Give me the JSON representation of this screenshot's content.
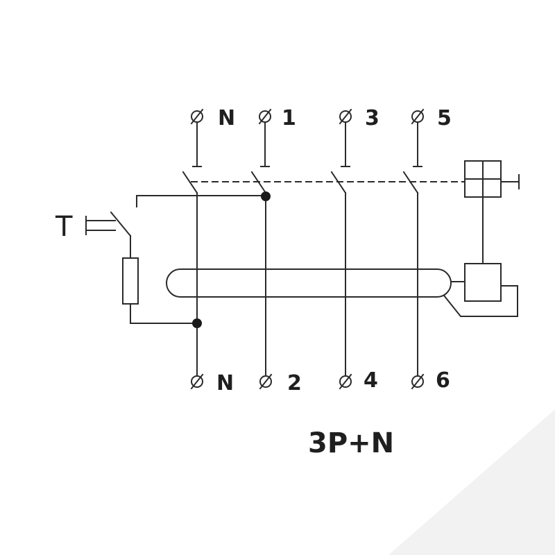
{
  "terminals_top": [
    "N",
    "1",
    "3",
    "5"
  ],
  "terminals_bottom": [
    "N",
    "2",
    "4",
    "6"
  ],
  "test_label": "T",
  "configuration": "3P+N",
  "colors": {
    "line": "#2a2a2a",
    "text": "#1f1f1f",
    "background": "#ffffff",
    "corner_shade": "#f0f0f0"
  }
}
